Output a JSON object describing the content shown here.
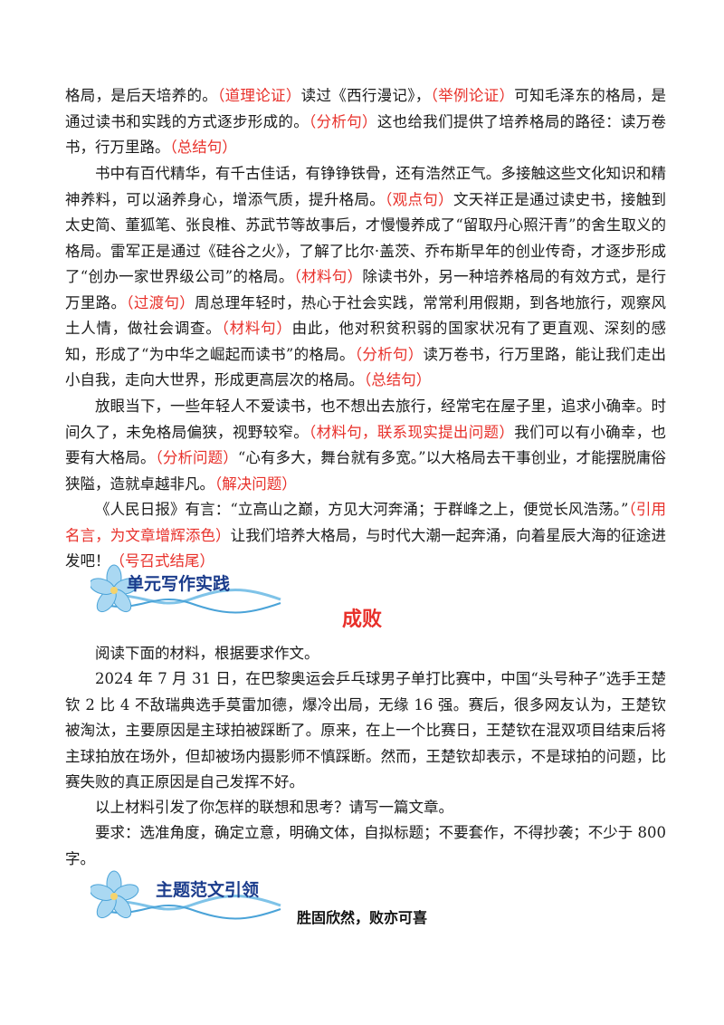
{
  "p1": {
    "s1": "格局，是后天培养的。",
    "t1": "（道理论证）",
    "s2": "读过《西行漫记》，",
    "t2": "（举例论证）",
    "s3": "可知毛泽东的格局，是通过读书和实践的方式逐步形成的。",
    "t3": "（分析句）",
    "s4": "这也给我们提供了培养格局的路径：读万卷书，行万里路。",
    "t4": "（总结句）"
  },
  "p2": {
    "s1": "书中有百代精华，有千古佳话，有铮铮铁骨，还有浩然正气。多接触这些文化知识和精神养料，可以涵养身心，增添气质，提升格局。",
    "t1": "（观点句）",
    "s2": "文天祥正是通过读史书，接触到太史简、董狐笔、张良椎、苏武节等故事后，才慢慢养成了“留取丹心照汗青”的舍生取义的格局。雷军正是通过《硅谷之火》，了解了比尔·盖茨、乔布斯早年的创业传奇，才逐步形成了“创办一家世界级公司”的格局。",
    "t2": "（材料句）",
    "s3": "除读书外，另一种培养格局的有效方式，是行万里路。",
    "t3": "（过渡句）",
    "s4": "周总理年轻时，热心于社会实践，常常利用假期，到各地旅行，观察风土人情，做社会调查。",
    "t4": "（材料句）",
    "s5": "由此，他对积贫积弱的国家状况有了更直观、深刻的感知，形成了“为中华之崛起而读书”的格局。",
    "t5": "（分析句）",
    "s6": "读万卷书，行万里路，能让我们走出小自我，走向大世界，形成更高层次的格局。",
    "t6": "（总结句）"
  },
  "p3": {
    "s1": "放眼当下，一些年轻人不爱读书，也不想出去旅行，经常宅在屋子里，追求小确幸。时间久了，未免格局偏狭，视野较窄。",
    "t1": "（材料句，联系现实提出问题）",
    "s2": "我们可以有小确幸，也要有大格局。",
    "t2": "（分析问题）",
    "s3": "“心有多大，舞台就有多宽。”以大格局去干事创业，才能摆脱庸俗狭隘，造就卓越非凡。",
    "t3": "（解决问题）"
  },
  "p4": {
    "s1": "《人民日报》有言：“立高山之巅，方见大河奔涌；于群峰之上，便觉长风浩荡。”",
    "t1": "（引用名言，为文章增辉添色）",
    "s2": "让我们培养大格局，与时代大潮一起奔涌，向着星辰大海的征途进发吧！",
    "t2": "（号召式结尾）"
  },
  "banner1": "单元写作实践",
  "title": "成败",
  "task": {
    "intro": "阅读下面的材料，根据要求作文。",
    "material": "2024 年 7 月 31 日，在巴黎奥运会乒乓球男子单打比赛中，中国“头号种子”选手王楚钦 2 比 4 不敌瑞典选手莫雷加德，爆冷出局，无缘 16 强。赛后，很多网友认为，王楚钦被淘汰，主要原因是主球拍被踩断了。原来，在上一个比赛日，王楚钦在混双项目结束后将主球拍放在场外，但却被场内摄影师不慎踩断。然而，王楚钦却表示，不是球拍的问题，比赛失败的真正原因是自己发挥不好。",
    "prompt": "以上材料引发了你怎样的联想和思考？请写一篇文章。",
    "requirement": "要求：选准角度，确定立意，明确文体，自拟标题；不要套作，不得抄袭；不少于 800 字。"
  },
  "banner2": "主题范文引领",
  "essay_title": "胜固欣然，败亦可喜",
  "colors": {
    "annotation": "#e8302a",
    "banner_text": "#1b3c8c",
    "flower": "#7fc3e8"
  }
}
